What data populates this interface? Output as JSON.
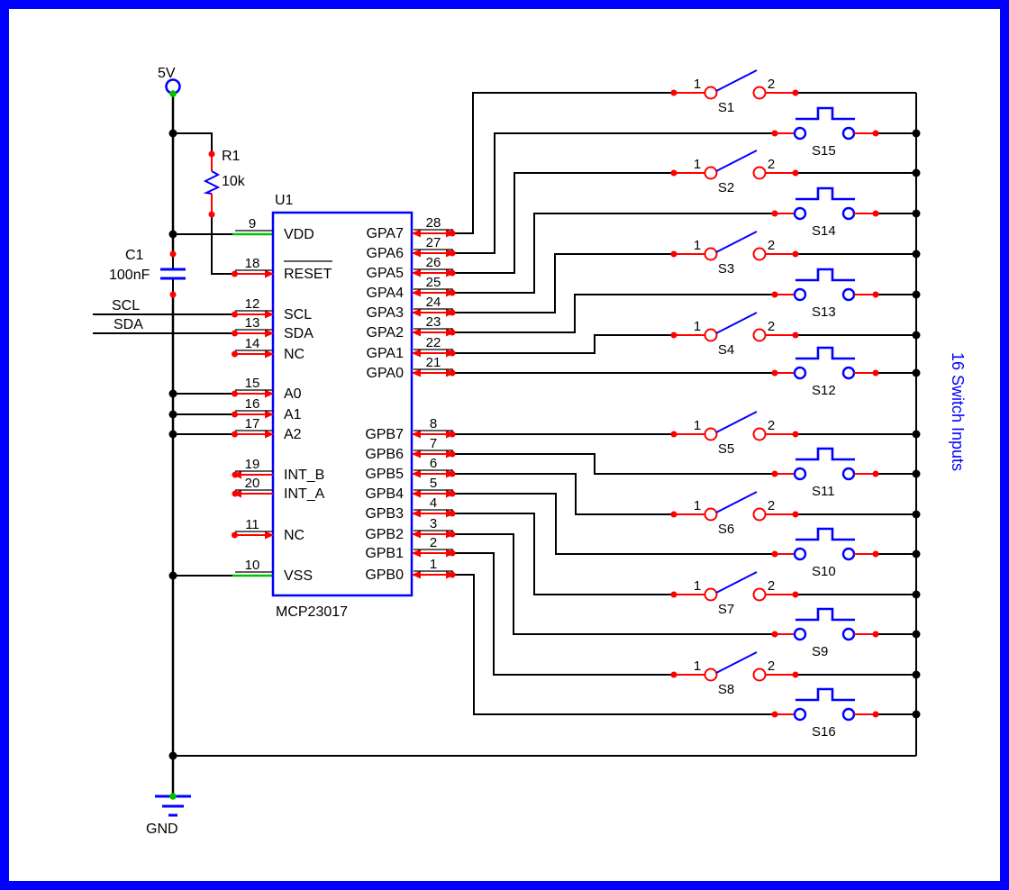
{
  "title": "16 Switch Inputs",
  "colors": {
    "border": "#0000ff",
    "component": "#0000ff",
    "pin_red": "#ff0000",
    "power_green": "#00c000",
    "wire_black": "#000000"
  },
  "power": {
    "vcc": "5V",
    "gnd": "GND"
  },
  "resistor": {
    "ref": "R1",
    "value": "10k"
  },
  "capacitor": {
    "ref": "C1",
    "value": "100nF"
  },
  "nets": {
    "scl": "SCL",
    "sda": "SDA"
  },
  "ic": {
    "ref": "U1",
    "part": "MCP23017",
    "left_pins": [
      {
        "num": "9",
        "name": "VDD"
      },
      {
        "num": "18",
        "name": "RESET"
      },
      {
        "num": "12",
        "name": "SCL"
      },
      {
        "num": "13",
        "name": "SDA"
      },
      {
        "num": "14",
        "name": "NC"
      },
      {
        "num": "15",
        "name": "A0"
      },
      {
        "num": "16",
        "name": "A1"
      },
      {
        "num": "17",
        "name": "A2"
      },
      {
        "num": "19",
        "name": "INT_B"
      },
      {
        "num": "20",
        "name": "INT_A"
      },
      {
        "num": "11",
        "name": "NC"
      },
      {
        "num": "10",
        "name": "VSS"
      }
    ],
    "right_pins": [
      {
        "num": "28",
        "name": "GPA7"
      },
      {
        "num": "27",
        "name": "GPA6"
      },
      {
        "num": "26",
        "name": "GPA5"
      },
      {
        "num": "25",
        "name": "GPA4"
      },
      {
        "num": "24",
        "name": "GPA3"
      },
      {
        "num": "23",
        "name": "GPA2"
      },
      {
        "num": "22",
        "name": "GPA1"
      },
      {
        "num": "21",
        "name": "GPA0"
      },
      {
        "num": "8",
        "name": "GPB7"
      },
      {
        "num": "7",
        "name": "GPB6"
      },
      {
        "num": "6",
        "name": "GPB5"
      },
      {
        "num": "5",
        "name": "GPB4"
      },
      {
        "num": "4",
        "name": "GPB3"
      },
      {
        "num": "3",
        "name": "GPB2"
      },
      {
        "num": "2",
        "name": "GPB1"
      },
      {
        "num": "1",
        "name": "GPB0"
      }
    ]
  },
  "toggles": [
    {
      "ref": "S1",
      "t1": "1",
      "t2": "2"
    },
    {
      "ref": "S2",
      "t1": "1",
      "t2": "2"
    },
    {
      "ref": "S3",
      "t1": "1",
      "t2": "2"
    },
    {
      "ref": "S4",
      "t1": "1",
      "t2": "2"
    },
    {
      "ref": "S5",
      "t1": "1",
      "t2": "2"
    },
    {
      "ref": "S6",
      "t1": "1",
      "t2": "2"
    },
    {
      "ref": "S7",
      "t1": "1",
      "t2": "2"
    },
    {
      "ref": "S8",
      "t1": "1",
      "t2": "2"
    }
  ],
  "buttons": [
    {
      "ref": "S15"
    },
    {
      "ref": "S14"
    },
    {
      "ref": "S13"
    },
    {
      "ref": "S12"
    },
    {
      "ref": "S11"
    },
    {
      "ref": "S10"
    },
    {
      "ref": "S9"
    },
    {
      "ref": "S16"
    }
  ]
}
